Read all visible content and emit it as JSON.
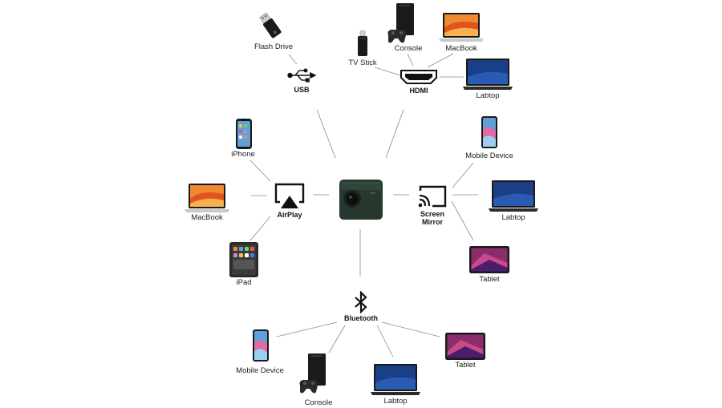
{
  "colors": {
    "line": "#8a8a8a",
    "projector": "#27382f",
    "lens": "#0b0f0d",
    "laptop_screen": "#1b3f86",
    "macbook_screen": "#f08a2e",
    "phone_screen": "#5fa0d8",
    "tablet_screen": "#8a2d6a",
    "device_dark": "#1a1a1a"
  },
  "hub": {
    "icon": "projector-icon"
  },
  "protocols": {
    "usb": {
      "label": "USB",
      "icon": "usb-icon"
    },
    "hdmi": {
      "label": "HDMI",
      "icon": "hdmi-icon"
    },
    "airplay": {
      "label": "AirPlay",
      "icon": "airplay-icon"
    },
    "screen_mirror": {
      "label_line1": "Screen",
      "label_line2": "Mirror",
      "icon": "cast-icon"
    },
    "bluetooth": {
      "label": "Bluetooth",
      "icon": "bluetooth-icon"
    }
  },
  "devices": {
    "usb": [
      {
        "label": "Flash Drive",
        "icon": "flash-drive-icon"
      }
    ],
    "hdmi": [
      {
        "label": "TV Stick",
        "icon": "tv-stick-icon"
      },
      {
        "label": "Console",
        "icon": "console-icon"
      },
      {
        "label": "MacBook",
        "icon": "macbook-icon"
      },
      {
        "label": "Labtop",
        "icon": "laptop-icon"
      }
    ],
    "airplay": [
      {
        "label": "iPhone",
        "icon": "iphone-icon"
      },
      {
        "label": "MacBook",
        "icon": "macbook-icon"
      },
      {
        "label": "iPad",
        "icon": "ipad-icon"
      }
    ],
    "screen_mirror": [
      {
        "label": "Mobile Device",
        "icon": "mobile-device-icon"
      },
      {
        "label": "Labtop",
        "icon": "laptop-icon"
      },
      {
        "label": "Tablet",
        "icon": "tablet-icon"
      }
    ],
    "bluetooth": [
      {
        "label": "Mobile Device",
        "icon": "mobile-device-icon"
      },
      {
        "label": "Console",
        "icon": "console-icon"
      },
      {
        "label": "Labtop",
        "icon": "laptop-icon"
      },
      {
        "label": "Tablet",
        "icon": "tablet-icon"
      }
    ]
  }
}
